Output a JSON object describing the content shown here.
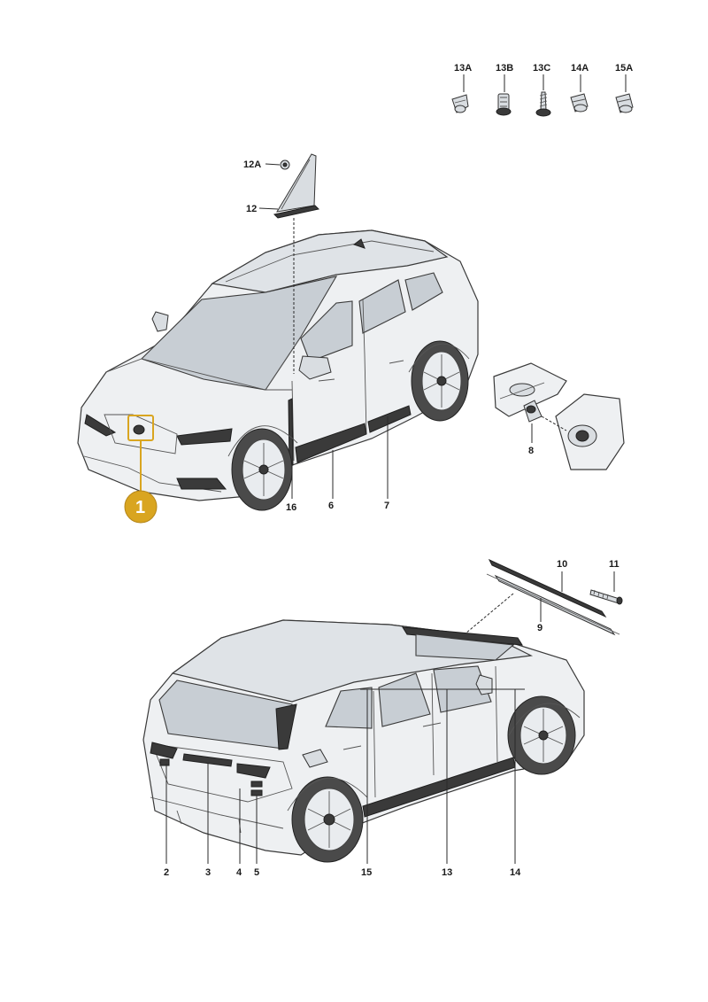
{
  "labels": {
    "13A": "13A",
    "13B": "13B",
    "13C": "13C",
    "14A": "14A",
    "15A": "15A",
    "12A": "12A",
    "12": "12",
    "16": "16",
    "6": "6",
    "7": "7",
    "8": "8",
    "10": "10",
    "11": "11",
    "9": "9",
    "2": "2",
    "3": "3",
    "4": "4",
    "5": "5",
    "15": "15",
    "13": "13",
    "14": "14"
  },
  "highlight": {
    "number": "1",
    "color": "#d9a520"
  }
}
